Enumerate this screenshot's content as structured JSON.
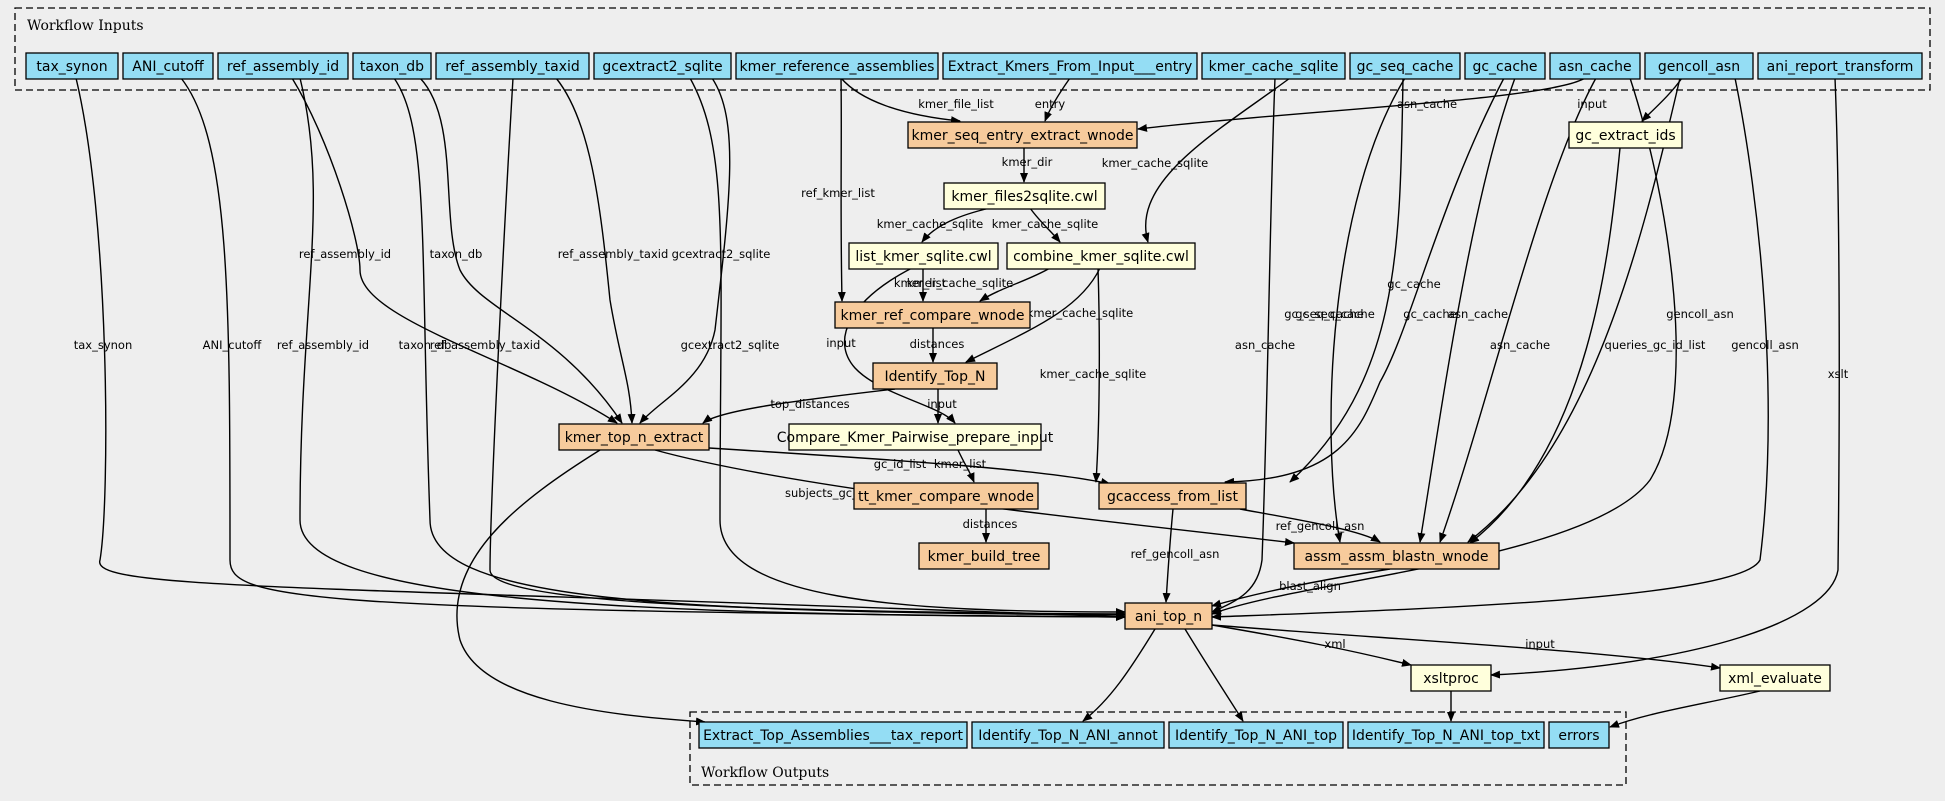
{
  "colors": {
    "background": "#eeeeee",
    "io_node": "#94ddf4",
    "step_node": "#f7cb9c",
    "tool_node": "#ffffdc",
    "stroke": "#000000"
  },
  "clusters": {
    "inputs_label": "Workflow Inputs",
    "outputs_label": "Workflow Outputs"
  },
  "nodes": {
    "tax_synon": "tax_synon",
    "ANI_cutoff": "ANI_cutoff",
    "ref_assembly_id": "ref_assembly_id",
    "taxon_db": "taxon_db",
    "ref_assembly_taxid": "ref_assembly_taxid",
    "gcextract2_sqlite": "gcextract2_sqlite",
    "kmer_reference_assemblies": "kmer_reference_assemblies",
    "extract_kmers_entry": "Extract_Kmers_From_Input___entry",
    "kmer_cache_sqlite": "kmer_cache_sqlite",
    "gc_seq_cache": "gc_seq_cache",
    "gc_cache": "gc_cache",
    "asn_cache": "asn_cache",
    "gencoll_asn": "gencoll_asn",
    "ani_report_transform": "ani_report_transform",
    "kmer_seq_entry_extract_wnode": "kmer_seq_entry_extract_wnode",
    "gc_extract_ids": "gc_extract_ids",
    "kmer_files2sqlite": "kmer_files2sqlite.cwl",
    "list_kmer_sqlite": "list_kmer_sqlite.cwl",
    "combine_kmer_sqlite": "combine_kmer_sqlite.cwl",
    "kmer_ref_compare_wnode": "kmer_ref_compare_wnode",
    "identify_top_n": "Identify_Top_N",
    "kmer_top_n_extract": "kmer_top_n_extract",
    "compare_kmer_pairwise": "Compare_Kmer_Pairwise_prepare_input",
    "tt_kmer_compare_wnode": "tt_kmer_compare_wnode",
    "gcaccess_from_list": "gcaccess_from_list",
    "kmer_build_tree": "kmer_build_tree",
    "assm_assm_blastn_wnode": "assm_assm_blastn_wnode",
    "ani_top_n": "ani_top_n",
    "xsltproc": "xsltproc",
    "xml_evaluate": "xml_evaluate",
    "out_tax_report": "Extract_Top_Assemblies___tax_report",
    "out_ani_annot": "Identify_Top_N_ANI_annot",
    "out_ani_top": "Identify_Top_N_ANI_top",
    "out_ani_top_txt": "Identify_Top_N_ANI_top_txt",
    "out_errors": "errors"
  },
  "edge_labels": {
    "kmer_file_list": "kmer_file_list",
    "entry": "entry",
    "asn_cache": "asn_cache",
    "input": "input",
    "kmer_dir": "kmer_dir",
    "ref_kmer_list": "ref_kmer_list",
    "kmer_cache_sqlite": "kmer_cache_sqlite",
    "ref_assembly_id": "ref_assembly_id",
    "taxon_db": "taxon_db",
    "ref_assembly_taxid": "ref_assembly_taxid",
    "gcextract2_sqlite": "gcextract2_sqlite",
    "kmer_list": "kmer_list",
    "gc_cache": "gc_cache",
    "gc_seq_cache": "gc_seq_cache",
    "gencoll_asn": "gencoll_asn",
    "queries_gc_id_list": "queries_gc_id_list",
    "xslt": "xslt",
    "tax_synon": "tax_synon",
    "ANI_cutoff": "ANI_cutoff",
    "distances": "distances",
    "top_distances": "top_distances",
    "gc_id_list": "gc_id_list",
    "subjects_gc_id_list": "subjects_gc_id_list",
    "ref_gencoll_asn": "ref_gencoll_asn",
    "blast_align": "blast_align",
    "xml": "xml"
  }
}
